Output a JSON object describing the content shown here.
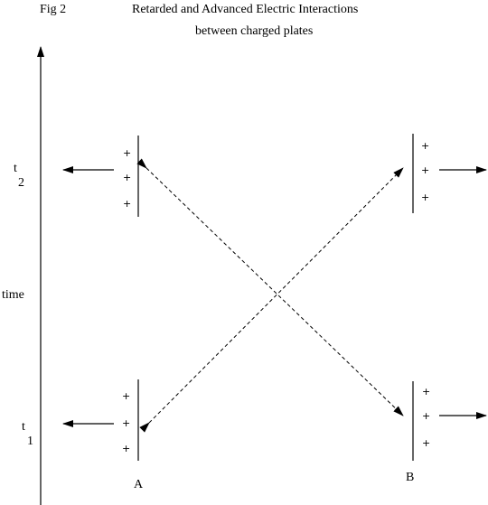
{
  "figure": {
    "label": "Fig 2",
    "title_line1": "Retarded and Advanced Electric Interactions",
    "title_line2": "between charged plates"
  },
  "axis": {
    "label": "time",
    "t2_main": "t",
    "t2_sub": "2",
    "t1_main": "t",
    "t1_sub": "1"
  },
  "plates": {
    "a_label": "A",
    "b_label": "B",
    "charge_symbol": "+"
  },
  "colors": {
    "ink": "#000000",
    "background": "#ffffff"
  }
}
